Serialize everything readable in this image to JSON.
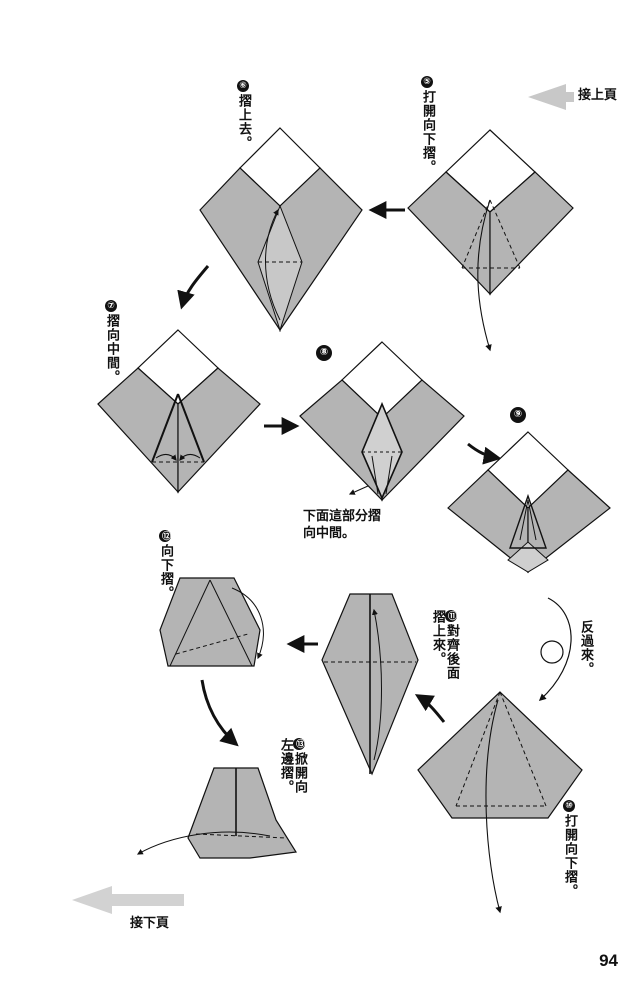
{
  "page_number": "94",
  "nav": {
    "prev": "接上頁",
    "next": "接下頁"
  },
  "steps": [
    {
      "num": "⑤",
      "text": "打開向下摺。"
    },
    {
      "num": "⑥",
      "text": "摺上去。"
    },
    {
      "num": "⑦",
      "text": "摺向中間。"
    },
    {
      "num": "⑧",
      "text": ""
    },
    {
      "num": "⑨",
      "text": ""
    },
    {
      "num": "⑩",
      "text": "打開向下摺。"
    },
    {
      "num": "⑪",
      "text": "對齊後面摺上來。"
    },
    {
      "num": "⑫",
      "text": "向下摺。"
    },
    {
      "num": "⑬",
      "text": "掀開向左邊摺。"
    }
  ],
  "notes": {
    "step8": "下面這部分摺向中間。",
    "flip": "反過來。"
  },
  "colors": {
    "paper_gray": "#b4b4b4",
    "line": "#111111",
    "arrow_gray": "#c8c8c8"
  }
}
